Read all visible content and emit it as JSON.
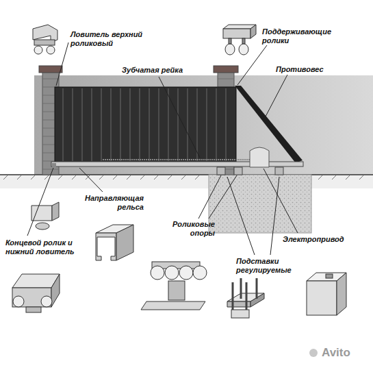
{
  "diagram": {
    "labels": [
      "Ловитель верхний роликовый",
      "Поддерживающие ролики",
      "Зубчатая рейка",
      "Противовес",
      "Направляющая рельса",
      "Роликовые опоры",
      "Концевой ролик и нижний ловитель",
      "Электропривод",
      "Подставки регулируемые",
      "Avito"
    ]
  }
}
